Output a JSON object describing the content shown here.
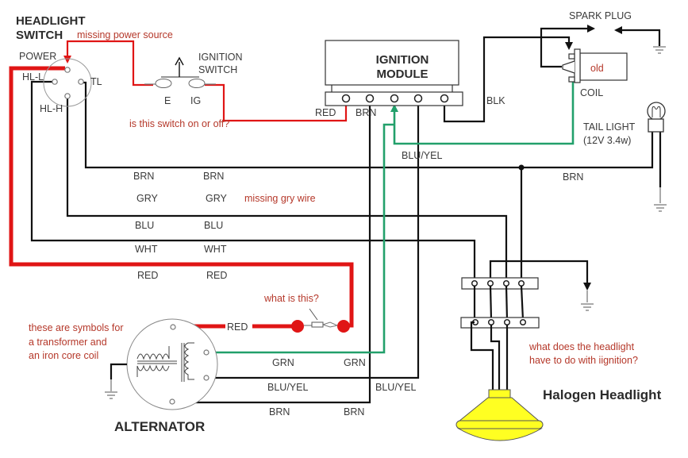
{
  "colors": {
    "power_red": "#e01515",
    "signal_green": "#22a06b",
    "annotation": "#b5382a",
    "headlight_yellow": "#ffff22"
  },
  "headlight_switch": {
    "title_line1": "HEADLIGHT",
    "title_line2": "SWITCH",
    "terminal_power": "POWER",
    "terminal_hl_l": "HL-L",
    "terminal_tl": "TL",
    "terminal_hl_h": "HL-H"
  },
  "ignition_switch": {
    "title_line1": "IGNITION",
    "title_line2": "SWITCH",
    "terminal_e": "E",
    "terminal_ig": "IG"
  },
  "ignition_module": {
    "title_line1": "IGNITION",
    "title_line2": "MODULE"
  },
  "spark_plug": {
    "label": "SPARK PLUG"
  },
  "coil": {
    "label": "COIL",
    "note": "old"
  },
  "tail_light": {
    "line1": "TAIL LIGHT",
    "line2": "(12V 3.4w)"
  },
  "alternator": {
    "label": "ALTERNATOR"
  },
  "headlight": {
    "label": "Halogen Headlight"
  },
  "wire_labels": {
    "module_red": "RED",
    "module_brn": "BRN",
    "module_blk": "BLK",
    "module_blu_yel": "BLU/YEL",
    "tail_brn": "BRN",
    "harness": [
      {
        "left": "BRN",
        "right": "BRN"
      },
      {
        "left": "GRY",
        "right": "GRY"
      },
      {
        "left": "BLU",
        "right": "BLU"
      },
      {
        "left": "WHT",
        "right": "WHT"
      },
      {
        "left": "RED",
        "right": "RED"
      }
    ],
    "alt_red": "RED",
    "alt_grn_left": "GRN",
    "alt_grn_right": "GRN",
    "alt_blu_yel_left": "BLU/YEL",
    "alt_blu_yel_right": "BLU/YEL",
    "alt_brn_left": "BRN",
    "alt_brn_right": "BRN"
  },
  "annotations": {
    "missing_power": "missing power source",
    "switch_state": "is this switch on or off?",
    "missing_gry": "missing gry wire",
    "what_is_this": "what is this?",
    "symbols_line1": "these are symbols for",
    "symbols_line2": "a transformer and",
    "symbols_line3": "an iron core coil",
    "headlight_q_line1": "what does the headlight",
    "headlight_q_line2": "have to do with iignition?"
  }
}
